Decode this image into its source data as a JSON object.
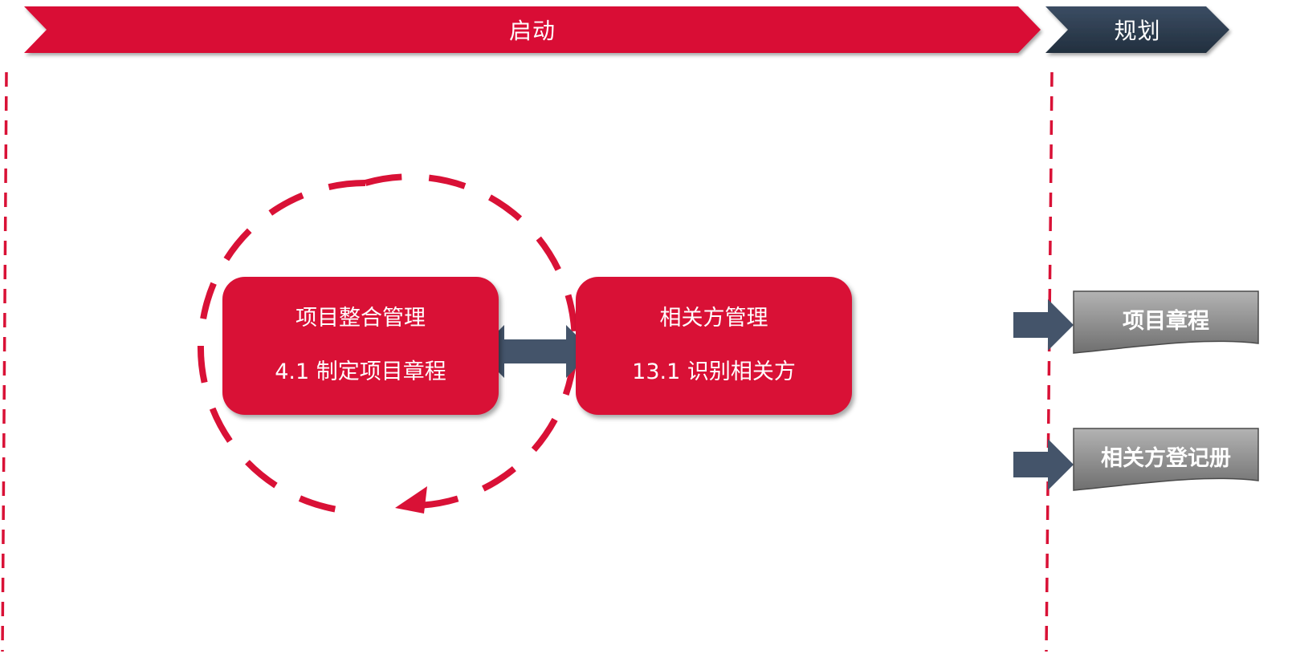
{
  "phases": {
    "current": "启动",
    "next": "规划"
  },
  "processes": [
    {
      "area": "项目整合管理",
      "process": "4.1  制定项目章程"
    },
    {
      "area": "相关方管理",
      "process": "13.1  识别相关方"
    }
  ],
  "outputs": [
    {
      "label": "项目章程"
    },
    {
      "label": "相关方登记册"
    }
  ],
  "colors": {
    "accent_red": "#d91136",
    "dark_slate": "#2c3e50",
    "arrow_slate": "#44546a",
    "document_gray": "#8a8a8a"
  }
}
